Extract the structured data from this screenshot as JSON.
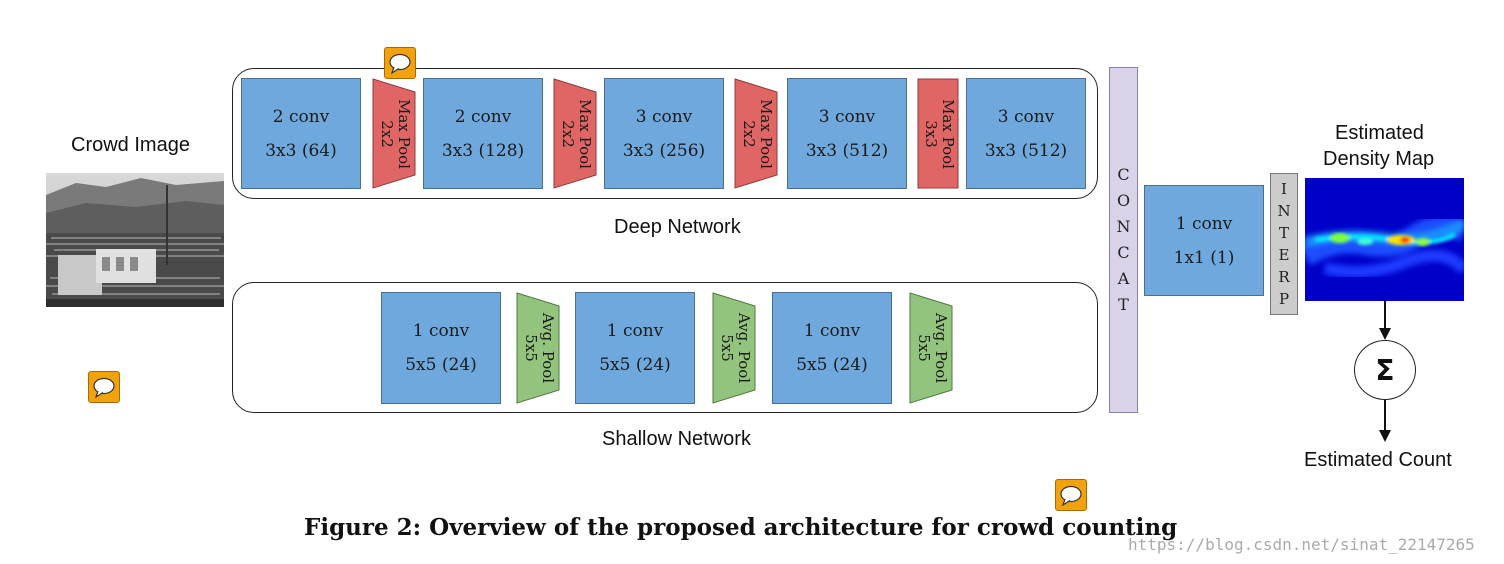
{
  "input_label": "Crowd Image",
  "deep_network": {
    "label": "Deep Network",
    "conv_blocks": [
      {
        "line1": "2 conv",
        "line2": "3x3 (64)"
      },
      {
        "line1": "2 conv",
        "line2": "3x3 (128)"
      },
      {
        "line1": "3 conv",
        "line2": "3x3 (256)"
      },
      {
        "line1": "3 conv",
        "line2": "3x3 (512)"
      },
      {
        "line1": "3 conv",
        "line2": "3x3 (512)"
      }
    ],
    "pools": [
      {
        "name": "Max Pool",
        "size": "2x2"
      },
      {
        "name": "Max Pool",
        "size": "2x2"
      },
      {
        "name": "Max Pool",
        "size": "2x2"
      },
      {
        "name": "Max Pool",
        "size": "3x3"
      }
    ]
  },
  "shallow_network": {
    "label": "Shallow Network",
    "conv_blocks": [
      {
        "line1": "1 conv",
        "line2": "5x5 (24)"
      },
      {
        "line1": "1 conv",
        "line2": "5x5 (24)"
      },
      {
        "line1": "1 conv",
        "line2": "5x5 (24)"
      }
    ],
    "pools": [
      {
        "name": "Avg. Pool",
        "size": "5x5"
      },
      {
        "name": "Avg. Pool",
        "size": "5x5"
      },
      {
        "name": "Avg. Pool",
        "size": "5x5"
      }
    ]
  },
  "concat_letters": [
    "C",
    "O",
    "N",
    "C",
    "A",
    "T"
  ],
  "final_conv": {
    "line1": "1 conv",
    "line2": "1x1 (1)"
  },
  "interp_letters": [
    "I",
    "N",
    "T",
    "E",
    "R",
    "P"
  ],
  "density_map_label_line1": "Estimated",
  "density_map_label_line2": "Density Map",
  "sum_symbol": "Σ",
  "count_label": "Estimated Count",
  "caption": "Figure 2: Overview of the proposed architecture for crowd counting",
  "watermark": "https://blog.csdn.net/sinat_22147265",
  "colors": {
    "conv": "#6fa8dc",
    "max_pool": "#e06666",
    "avg_pool": "#93c47d",
    "concat": "#d9d2e9",
    "interp": "#cccccc",
    "note": "#f2a20c"
  }
}
